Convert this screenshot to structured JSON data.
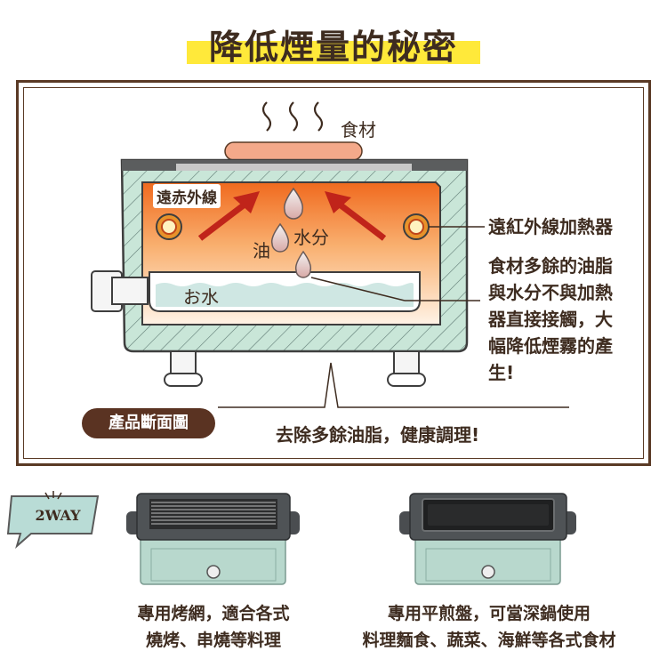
{
  "title": "降低煙量的秘密",
  "diagram": {
    "food_label": "食材",
    "far_infrared_label": "遠赤外線",
    "oil_label": "油",
    "water_label": "水分",
    "tray_water_label": "お水",
    "heater_label": "遠紅外線加熱器",
    "explanation_lines": [
      "食材多餘的油脂",
      "與水分不與加熱",
      "器直接接觸，大",
      "幅降低煙霧的產",
      "生!"
    ],
    "section_badge": "產品斷面圖",
    "bottom_note": "去除多餘油脂，健康調理!",
    "colors": {
      "frame": "#5a3a25",
      "body": "#c9e6d8",
      "heat": "#f07020",
      "water": "#cfe7e3",
      "highlight": "#ffe93a"
    }
  },
  "twoway": {
    "tag": "2WAY",
    "products": [
      {
        "caption_lines": [
          "專用烤網，適合各式",
          "燒烤、串燒等料理"
        ]
      },
      {
        "caption_lines": [
          "專用平煎盤，可當深鍋使用",
          "料理麵食、蔬菜、海鮮等各式食材"
        ]
      }
    ]
  }
}
